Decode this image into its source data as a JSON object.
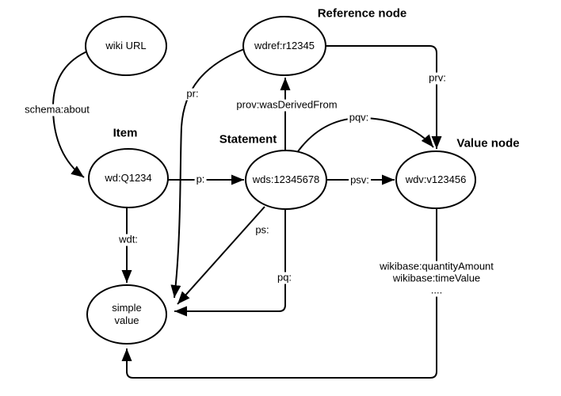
{
  "colors": {
    "stroke": "#000000",
    "node_fill": "#ffffff",
    "text": "#000000",
    "background": "#ffffff"
  },
  "nodes": {
    "wiki_url": {
      "label": "wiki URL"
    },
    "reference": {
      "heading": "Reference node",
      "label": "wdref:r12345"
    },
    "item": {
      "heading": "Item",
      "label": "wd:Q1234"
    },
    "statement": {
      "heading": "Statement",
      "label": "wds:12345678"
    },
    "value": {
      "heading": "Value node",
      "label": "wdv:v123456"
    },
    "simple_value": {
      "label": "simple\nvalue"
    }
  },
  "edges": {
    "schema_about": {
      "label": "schema:about"
    },
    "p": {
      "label": "p:"
    },
    "wdt": {
      "label": "wdt:"
    },
    "prov_was_derived_from": {
      "label": "prov:wasDerivedFrom"
    },
    "pr": {
      "label": "pr:"
    },
    "prv": {
      "label": "prv:"
    },
    "psv": {
      "label": "psv:"
    },
    "pqv": {
      "label": "pqv:"
    },
    "ps": {
      "label": "ps:"
    },
    "pq": {
      "label": "pq:"
    },
    "wikibase_values": {
      "label": "wikibase:quantityAmount\nwikibase:timeValue\n...."
    }
  }
}
